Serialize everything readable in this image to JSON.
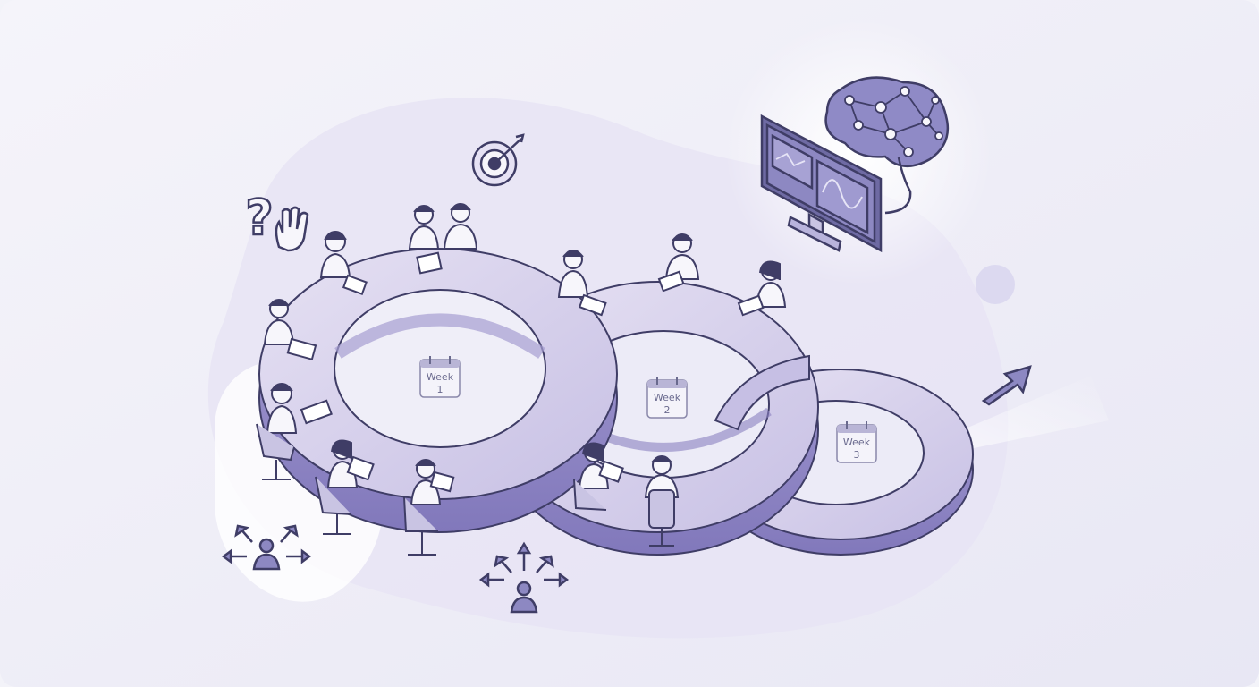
{
  "calendars": [
    {
      "label": "Week",
      "number": "1"
    },
    {
      "label": "Week",
      "number": "2"
    },
    {
      "label": "Week",
      "number": "3"
    }
  ],
  "icons": {
    "question": "?",
    "target": "target-icon",
    "brain": "brain-network-icon",
    "monitor": "monitor-icon",
    "arrow": "growth-arrow-icon",
    "hand": "raised-hand-icon",
    "outreach": "person-arrows-icon"
  },
  "colors": {
    "background": "#f3f3f9",
    "ring_light": "#d9d4ec",
    "ring_mid": "#b3abd8",
    "ring_dark": "#8a80c0",
    "outline": "#3f3d66",
    "accent": "#9d93d3"
  }
}
